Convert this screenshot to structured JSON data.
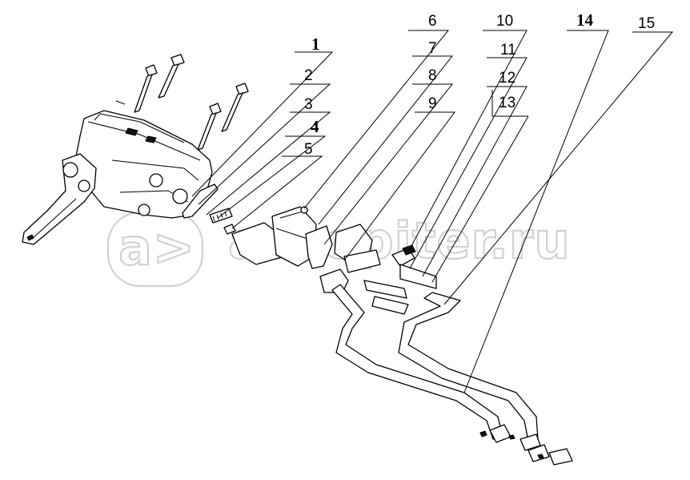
{
  "callouts": {
    "c1": "1",
    "c2": "2",
    "c3": "3",
    "c4": "4",
    "c5": "5",
    "c6": "6",
    "c7": "7",
    "c8": "8",
    "c9": "9",
    "c10": "10",
    "c11": "11",
    "c12": "12",
    "c13": "13",
    "c14": "14",
    "c15": "15"
  },
  "watermark": {
    "text": "autopiter.ru",
    "logo_text": "a>"
  },
  "colors": {
    "line": "#000000",
    "background": "#ffffff",
    "watermark": "#d2d2d2"
  }
}
